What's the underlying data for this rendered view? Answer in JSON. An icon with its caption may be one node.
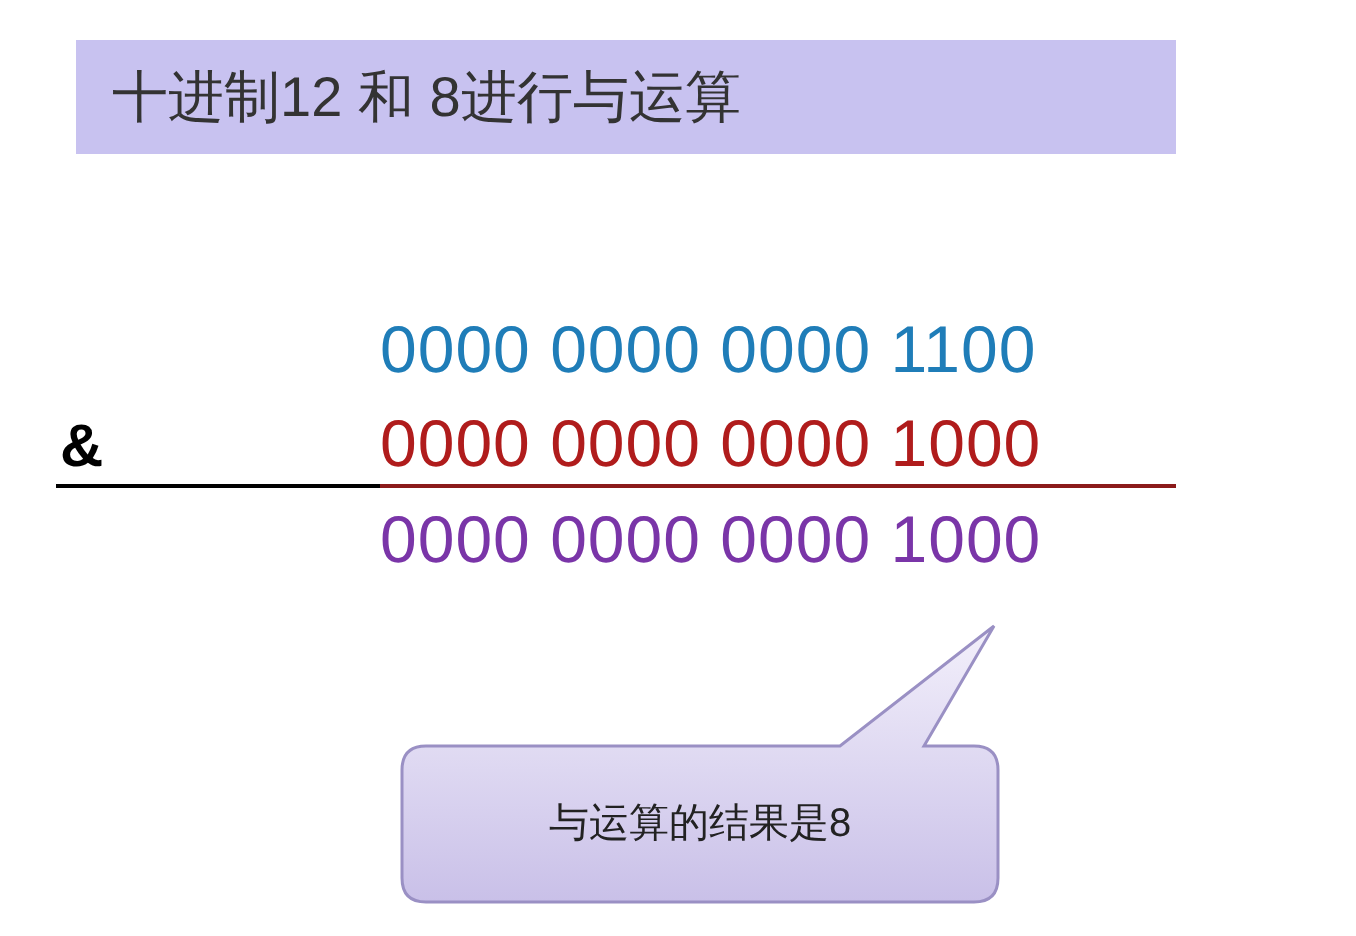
{
  "diagram": {
    "title": "十进制12 和 8进行与运算",
    "nodes": [
      {
        "text": [
          "与运算的结果是8"
        ]
      }
    ],
    "labels": [
      "0000 0000 0000 1100",
      "&",
      "0000 0000 0000 1000",
      "0000 0000 0000 1000"
    ]
  }
}
